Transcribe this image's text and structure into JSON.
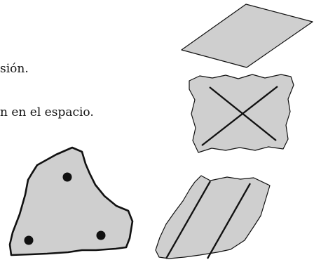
{
  "text": {
    "line1": "sión.",
    "line2": "n en el espacio."
  },
  "colors": {
    "shape_fill": "#cfcfcf",
    "stroke": "#111111",
    "background": "#ffffff"
  },
  "figures": [
    {
      "name": "flat-plane",
      "marks": "none"
    },
    {
      "name": "crumpled-plane",
      "marks": "two crossing lines"
    },
    {
      "name": "triangular-plane",
      "marks": "three dots"
    },
    {
      "name": "skewed-plane",
      "marks": "two parallel lines"
    }
  ]
}
